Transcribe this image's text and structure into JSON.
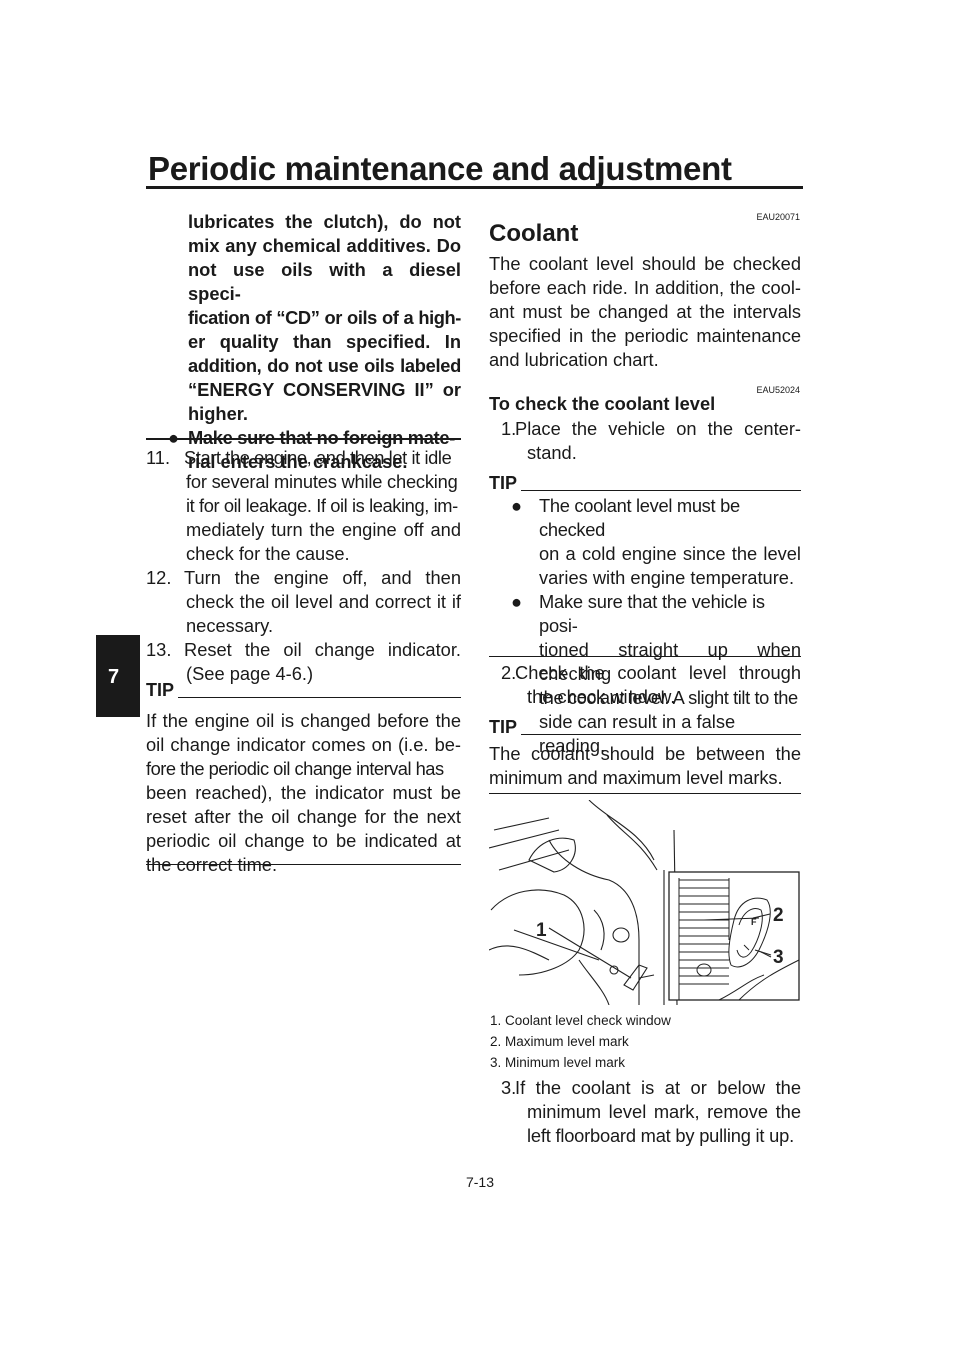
{
  "header": {
    "title": "Periodic maintenance and adjustment"
  },
  "chapter_tab": "7",
  "left": {
    "warning_continued": "lubricates the clutch), do not mix any chemical additives. Do not use oils with a diesel specification of “CD” or oils of a higher quality than specified. In addition, do not use oils labeled “ENERGY CONSERVING II” or higher.",
    "warning_lines": [
      "lubricates the clutch), do not",
      "mix any chemical additives. Do",
      "not use oils with a diesel speci-",
      "fication of “CD” or oils of a high-",
      "er quality than specified. In",
      "addition, do not use oils labeled",
      "“ENERGY CONSERVING II” or",
      "higher."
    ],
    "warning_bullet_lines": [
      "Make sure that no foreign mate-",
      "rial enters the crankcase."
    ],
    "steps": [
      {
        "num": "11.",
        "lines": [
          "Start the engine, and then let it idle",
          "for several minutes while checking",
          "it for oil leakage. If oil is leaking, im-",
          "mediately turn the engine off and",
          "check for the cause."
        ]
      },
      {
        "num": "12.",
        "lines": [
          "Turn the engine off, and then",
          "check the oil level and correct it if",
          "necessary."
        ]
      },
      {
        "num": "13.",
        "lines": [
          "Reset the oil change indicator.",
          "(See page 4-6.)"
        ]
      }
    ],
    "tip_label": "TIP",
    "tip_lines": [
      "If the engine oil is changed before the",
      "oil change indicator comes on (i.e. be-",
      "fore the periodic oil change interval has",
      "been reached), the indicator must be",
      "reset after the oil change for the next",
      "periodic oil change to be indicated at",
      "the correct time."
    ]
  },
  "right": {
    "code1": "EAU20071",
    "heading": "Coolant",
    "intro_lines": [
      "The coolant level should be checked",
      "before each ride. In addition, the cool-",
      "ant must be changed at the intervals",
      "specified in the periodic maintenance",
      "and lubrication chart."
    ],
    "code2": "EAU52024",
    "subheading": "To check the coolant level",
    "step1": {
      "num": "1.",
      "lines": [
        "Place the vehicle on the center-",
        "stand."
      ]
    },
    "tip1_label": "TIP",
    "tip1_bullets": [
      [
        "The coolant level must be checked",
        "on a cold engine since the level",
        "varies with engine temperature."
      ],
      [
        "Make sure that the vehicle is posi-",
        "tioned straight up when checking",
        "the coolant level. A slight tilt to the",
        "side can result in a false reading."
      ]
    ],
    "step2": {
      "num": "2.",
      "lines": [
        "Check the coolant level through",
        "the check window."
      ]
    },
    "tip2_label": "TIP",
    "tip2_lines": [
      "The coolant should be between the",
      "minimum and maximum level marks."
    ],
    "figure_labels": {
      "l1": "1",
      "l2": "2",
      "l3": "3"
    },
    "figure_letter": "F",
    "captions": [
      "1.  Coolant level check window",
      "2.  Maximum level mark",
      "3.  Minimum level mark"
    ],
    "step3": {
      "num": "3.",
      "lines": [
        "If the coolant is at or below the",
        "minimum level mark, remove the",
        "left floorboard mat by pulling it up."
      ]
    }
  },
  "page_number": "7-13"
}
